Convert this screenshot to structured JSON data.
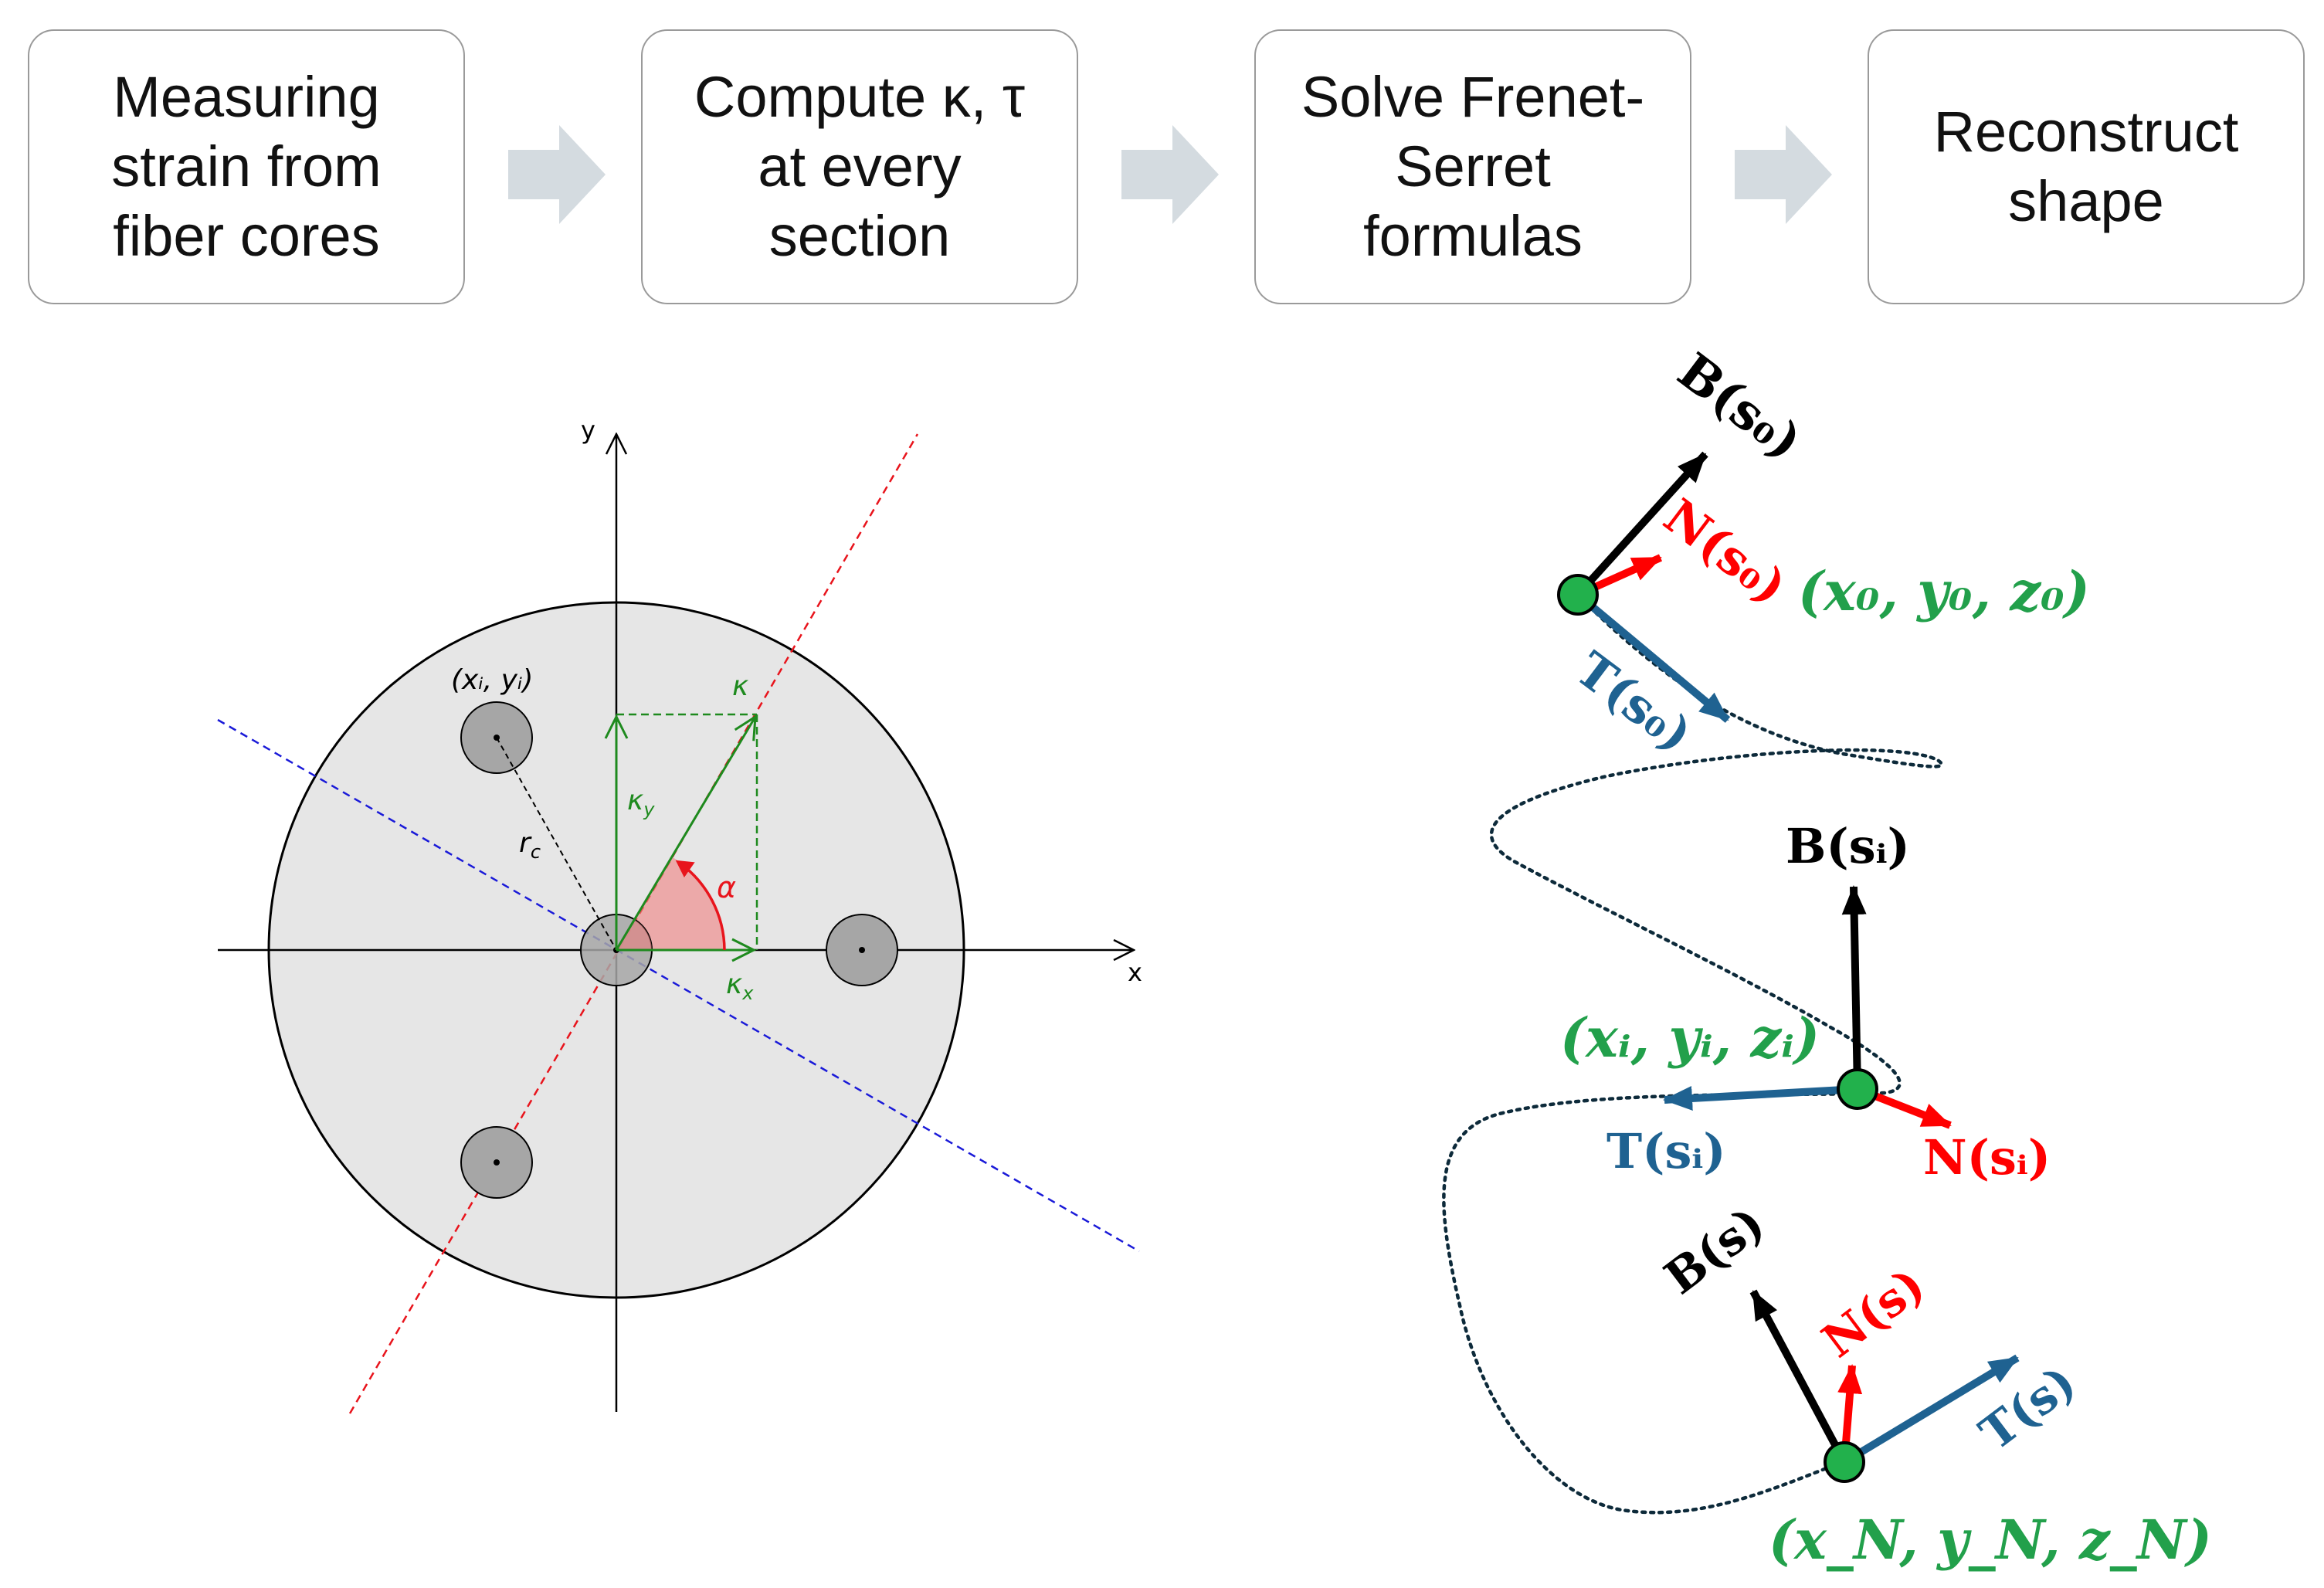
{
  "steps": [
    {
      "label": "Measuring\nstrain from\nfiber cores"
    },
    {
      "label": "Compute κ, τ\nat every\nsection"
    },
    {
      "label": "Solve Frenet-\nSerret\nformulas"
    },
    {
      "label": "Reconstruct\nshape"
    }
  ],
  "cross_section": {
    "axis_x": "x",
    "axis_y": "y",
    "core_label": "(xᵢ, yᵢ)",
    "radius_label": "r",
    "radius_sub": "c",
    "kappa": "κ",
    "kappa_x": "κ",
    "kappa_x_sub": "x",
    "kappa_y": "κ",
    "kappa_y_sub": "y",
    "alpha": "α"
  },
  "frenet": {
    "top": {
      "B": "B(s₀)",
      "N": "N(s₀)",
      "T": "T(s₀)",
      "point": "(x₀, y₀, z₀)"
    },
    "mid": {
      "B": "B(sᵢ)",
      "N": "N(sᵢ)",
      "T": "T(sᵢ)",
      "point": "(xᵢ, yᵢ, zᵢ)"
    },
    "bot": {
      "B": "B(s)",
      "N": "N(s)",
      "T": "T(s)",
      "point": "(x_N, y_N, z_N)"
    }
  },
  "colors": {
    "B": "#000000",
    "N": "#ff0000",
    "T": "#1f6291",
    "point": "#22b14c",
    "label_green": "#22a04b",
    "curve": "#0d2a3a",
    "section_fill": "#e6e6e6",
    "core_fill": "#a6a6a6",
    "arrow": "#d4dbe0",
    "red_line": "#e8141c",
    "blue_line": "#1a1ad8",
    "green_vec": "#1e8a1e"
  }
}
